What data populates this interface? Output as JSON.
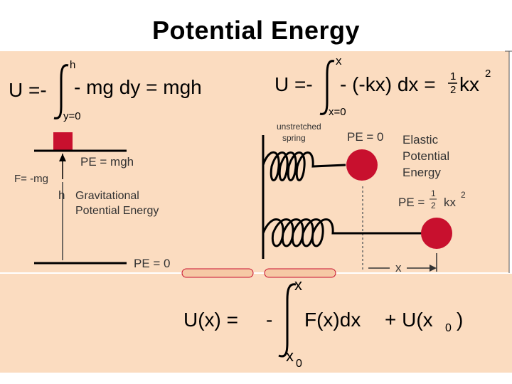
{
  "title": "Potential Energy",
  "gravity": {
    "eq_lhs": "U =-",
    "eq_upper": "h",
    "eq_body": "- mg dy = mgh",
    "eq_lower": "y=0",
    "pe_top": "PE = mgh",
    "force": "F= -mg",
    "h_label": "h",
    "caption_line1": "Gravitational",
    "caption_line2": "Potential Energy",
    "pe_bottom": "PE = 0"
  },
  "spring": {
    "eq_lhs": "U =-",
    "eq_upper": "x",
    "eq_body": "- (-kx) dx =",
    "eq_frac_num": "1",
    "eq_frac_den": "2",
    "eq_kx": "kx",
    "eq_exp": "2",
    "eq_lower": "x=0",
    "unstretched_line1": "unstretched",
    "unstretched_line2": "spring",
    "pe_zero": "PE = 0",
    "caption_line1": "Elastic",
    "caption_line2": "Potential",
    "caption_line3": "Energy",
    "pe_stretched_lhs": "PE =",
    "pe_frac_num": "1",
    "pe_frac_den": "2",
    "pe_kx": "kx",
    "pe_exp": "2",
    "x_label": "x"
  },
  "general": {
    "lhs": "U(x) =",
    "minus": "-",
    "upper": "x",
    "body": "F(x)dx",
    "plus": "+ U(x",
    "sub": "0",
    "close": ")",
    "lower": "x",
    "lower_sub": "0"
  },
  "colors": {
    "panel_bg": "#fbdcc0",
    "ball_red": "#c8102e",
    "block_red": "#c8102e",
    "ink": "#000000",
    "label_gray": "#333333"
  }
}
